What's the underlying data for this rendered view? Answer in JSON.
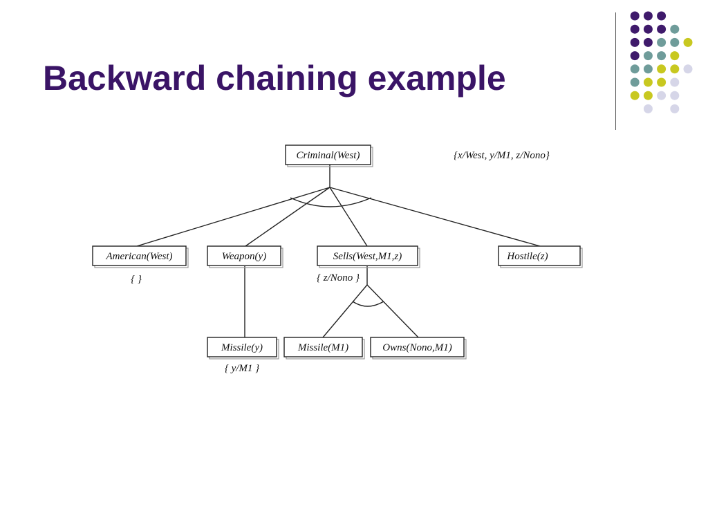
{
  "slide": {
    "title": "Backward chaining example",
    "accent_color": "#3a1466"
  },
  "decor": {
    "dot_colors": {
      "purple": "#3f1a6b",
      "teal": "#6f9c9a",
      "olive": "#c8c820",
      "lavender": "#d6d6e8"
    },
    "dot_rows": [
      [
        "",
        "purple",
        "purple",
        "purple",
        ""
      ],
      [
        "",
        "purple",
        "purple",
        "purple",
        "teal"
      ],
      [
        "",
        "purple",
        "purple",
        "teal",
        "teal",
        "olive"
      ],
      [
        "",
        "purple",
        "teal",
        "teal",
        "olive",
        ""
      ],
      [
        "",
        "teal",
        "teal",
        "olive",
        "olive",
        "lavender"
      ],
      [
        "",
        "teal",
        "olive",
        "olive",
        "lavender",
        ""
      ],
      [
        "",
        "olive",
        "olive",
        "lavender",
        "lavender",
        ""
      ],
      [
        "",
        "",
        "lavender",
        "",
        "lavender",
        ""
      ]
    ]
  },
  "diagram": {
    "nodes": [
      {
        "id": "criminal",
        "label": "Criminal(West)"
      },
      {
        "id": "american",
        "label": "American(West)"
      },
      {
        "id": "weapon",
        "label": "Weapon(y)"
      },
      {
        "id": "sells",
        "label": "Sells(West,M1,z)"
      },
      {
        "id": "hostile",
        "label": "Hostile(z)"
      },
      {
        "id": "missile_y",
        "label": "Missile(y)"
      },
      {
        "id": "missile_m1",
        "label": "Missile(M1)"
      },
      {
        "id": "owns",
        "label": "Owns(Nono,M1)"
      }
    ],
    "substitutions": [
      {
        "id": "top",
        "text": "{x/West, y/M1, z/Nono}"
      },
      {
        "id": "american",
        "text": "{ }"
      },
      {
        "id": "sells",
        "text": "{ z/Nono }"
      },
      {
        "id": "missile",
        "text": "{ y/M1 }"
      }
    ]
  }
}
